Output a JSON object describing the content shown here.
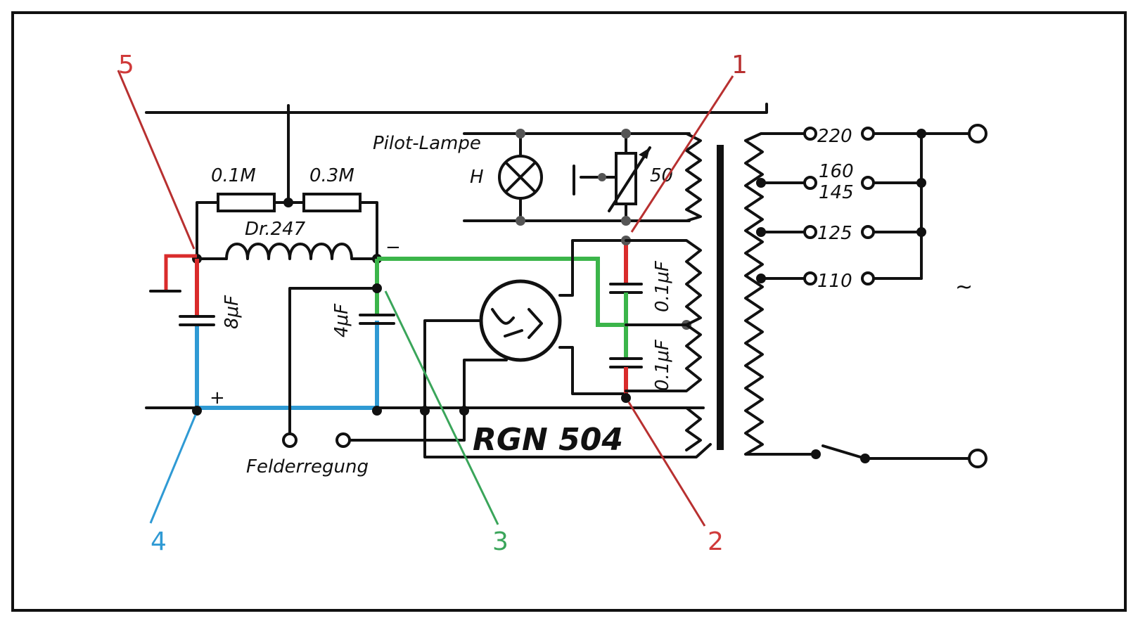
{
  "title": "",
  "component_labels": {
    "r1": "0.1M",
    "r2": "0.3M",
    "choke": "Dr.247",
    "c8": "8μF",
    "c4": "4μF",
    "c01a": "0.1μF",
    "c01b": "0.1μF",
    "pilot": "Pilot-Lampe",
    "pilot_h": "H",
    "rheo": "50",
    "tube": "RGN 504",
    "field": "Felderregung",
    "minus": "−",
    "plus": "+",
    "ac": "~"
  },
  "taps": [
    "220",
    "160",
    "145",
    "125",
    "110"
  ],
  "markers": [
    {
      "id": "5",
      "color": "#d03a3a"
    },
    {
      "id": "1",
      "color": "#b83030"
    },
    {
      "id": "4",
      "color": "#2f9ad4"
    },
    {
      "id": "3",
      "color": "#3aa55a"
    },
    {
      "id": "2",
      "color": "#d03a3a"
    }
  ],
  "colors": {
    "red": "#d92b2b",
    "blue": "#2f9ad4",
    "green": "#3bb54a",
    "wire": "#111111"
  }
}
